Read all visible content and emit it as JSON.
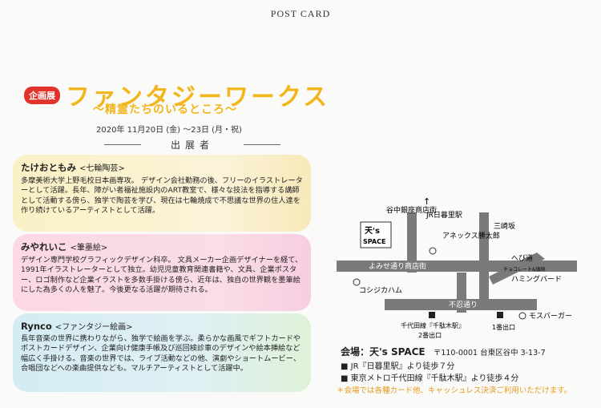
{
  "header": {
    "postcard": "POST CARD"
  },
  "exhibition": {
    "badge": "企画展",
    "title": "ファンタジーワークス",
    "subtitle": "〜精霊たちのいるところ〜",
    "dates": "2020年 11月20日 (金) 〜23日 (月・祝)",
    "exhibitors_heading": "出展者"
  },
  "artists": [
    {
      "name": "たけおともみ",
      "tag": "<七輪陶芸>",
      "desc": "多摩美術大学上野毛校日本画専攻。 デザイン会社勤務の後、フリーのイラストレーターとして活躍。長年、障がい者福祉施設内のART教室で、様々な技法を指導する講師として活動する傍ら、独学で陶芸を学び、現在は七輪焼成で不思議な世界の住人達を作り続けているアーティストとして活躍。"
    },
    {
      "name": "みやれいこ",
      "tag": "<筆墨絵>",
      "desc": "デザイン専門学校グラフィックデザイン科卒。 文具メーカー企画デザイナーを経て、1991年イラストレーターとして独立。幼児児童教育関連書籍や、文具、企業ポスター、ロゴ制作など企業イラストを多数手掛ける傍ら、近年は、独自の世界観を墨筆絵にした為多くの人を魅了。今後更なる活躍が期待される。"
    },
    {
      "name": "Rynco",
      "tag": "<ファンタジー絵画>",
      "desc": "長年音楽の世界に携わりながら、独学で絵画を学ぶ。柔らかな画風でギフトカードやポストカードデザイン、企業向け健康手帳及び巡回検診車のデザインや絵本挿絵など幅広く手掛ける。音楽の世界では、ライブ活動などの他、演劇やショートムービー、合唱団などへの楽曲提供なども。マルチアーティストとして活躍中。"
    }
  ],
  "map": {
    "street_vertical": "谷中銀座商店街",
    "jr_label": "JR日暮里駅",
    "arrow": "↑",
    "street_horizontal": "よみせ通り商店街",
    "shop_anex": "アネックス勝太郎",
    "slope1": "三崎坂",
    "slope2": "へび道",
    "choco": "チョコレート&珈琲",
    "choco_name": "ハミングバード",
    "logo_top": "天's",
    "logo_bottom": "SPACE",
    "coshigaya": "コシジカハム",
    "fudou": "不忍通り",
    "mos": "モスバーガー",
    "line_label": "千代田線『千駄木駅』",
    "exit2": "2番出口",
    "exit1": "1番出口"
  },
  "venue": {
    "label": "会場：天's SPACE",
    "address": "〒110-0001 台東区谷中 3-13-7"
  },
  "access": [
    "■ JR『日暮里駅』より徒歩７分",
    "■ 東京メトロ千代田線『千駄木駅』より徒歩４分"
  ],
  "note": "＊会場では各種カード他、キャッシュレス決済ご利用いただけます。",
  "colors": {
    "title": "#f2b51c",
    "badge": "#e2332a",
    "road": "#7a7a7a"
  }
}
